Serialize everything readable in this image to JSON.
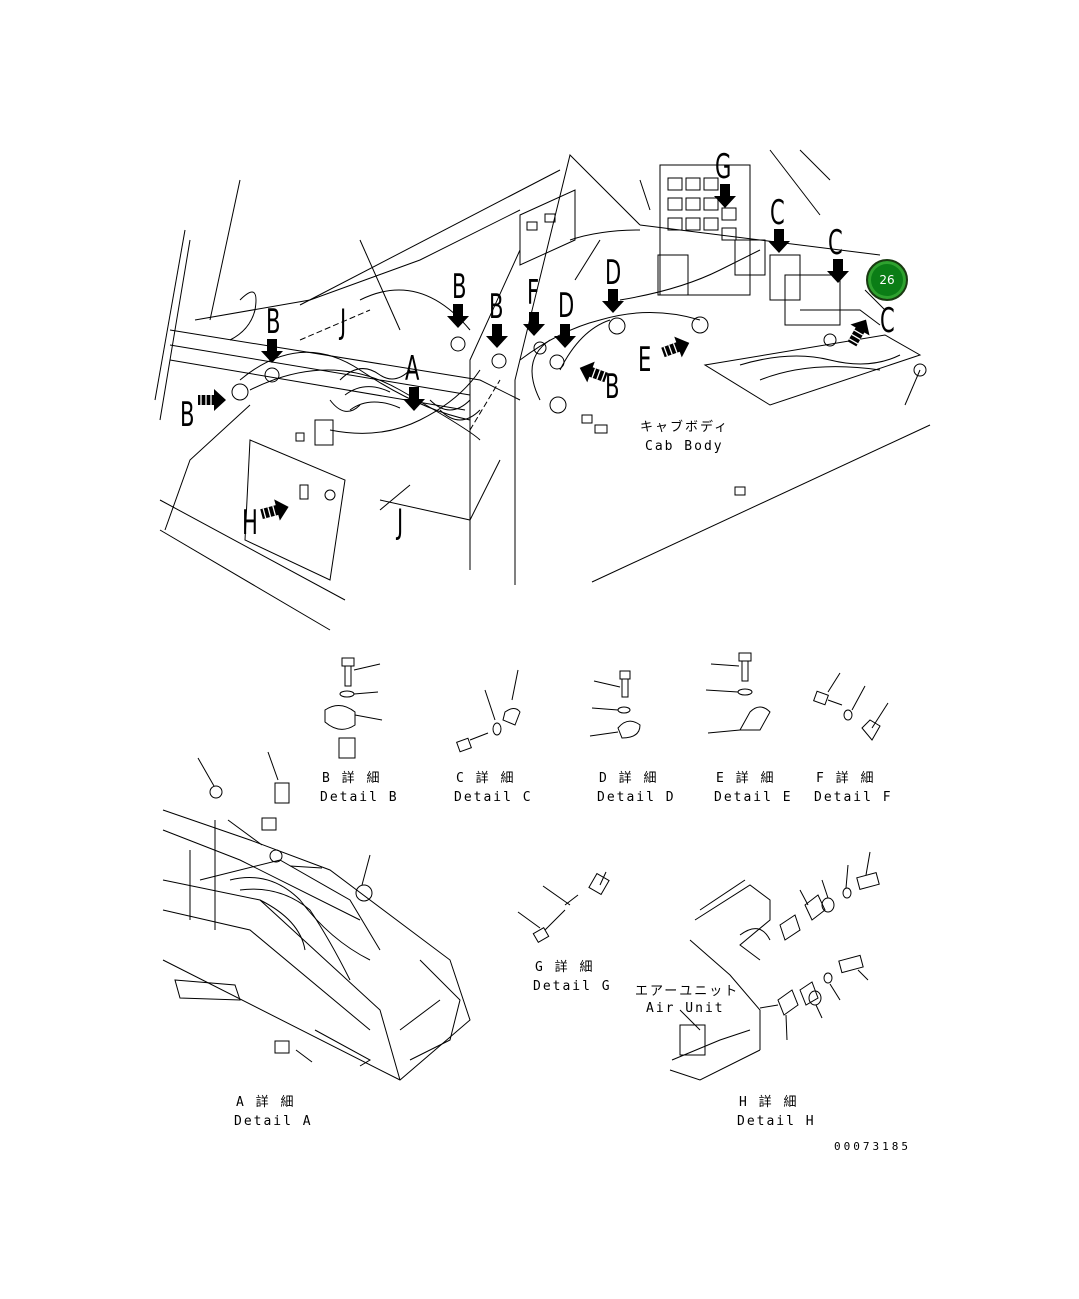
{
  "badge": {
    "label": "26",
    "color": "#0b7d16"
  },
  "callouts": {
    "A": "A",
    "B1": "B",
    "B2": "B",
    "B3": "B",
    "B4": "B",
    "B5": "B",
    "C1": "C",
    "C2": "C",
    "C3": "C",
    "D1": "D",
    "D2": "D",
    "E": "E",
    "F": "F",
    "G": "G",
    "H": "H",
    "J1": "J",
    "J2": "J"
  },
  "cab_body": {
    "jp": "キャブボディ",
    "en": "Cab Body"
  },
  "air_unit": {
    "jp": "エアーユニット",
    "en": "Air Unit"
  },
  "details": {
    "A": {
      "jp": "A 詳 細",
      "en": "Detail A"
    },
    "B": {
      "jp": "B 詳 細",
      "en": "Detail B"
    },
    "C": {
      "jp": "C 詳 細",
      "en": "Detail C"
    },
    "D": {
      "jp": "D 詳 細",
      "en": "Detail D"
    },
    "E": {
      "jp": "E 詳 細",
      "en": "Detail E"
    },
    "F": {
      "jp": "F 詳 細",
      "en": "Detail F"
    },
    "G": {
      "jp": "G 詳 細",
      "en": "Detail G"
    },
    "H": {
      "jp": "H 詳 細",
      "en": "Detail H"
    }
  },
  "doc_number": "00073185"
}
